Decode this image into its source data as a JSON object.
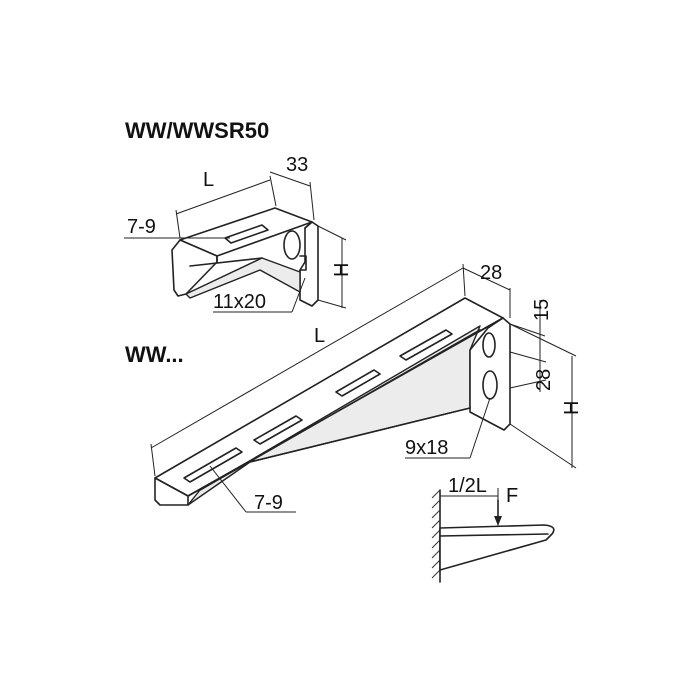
{
  "headings": {
    "top_model": "WW/WWSR50",
    "bottom_model": "WW..."
  },
  "small_bracket": {
    "length_label": "L",
    "width_label": "33",
    "slot_label": "7-9",
    "height_label": "H",
    "hole_label": "11x20"
  },
  "large_bracket": {
    "length_label": "L",
    "width_label": "28",
    "top_offset_label": "15",
    "hole_spacing_label": "28",
    "height_label": "H",
    "hole_label": "9x18",
    "slot_label": "7-9"
  },
  "load_diagram": {
    "position_label": "1/2L",
    "force_label": "F"
  }
}
